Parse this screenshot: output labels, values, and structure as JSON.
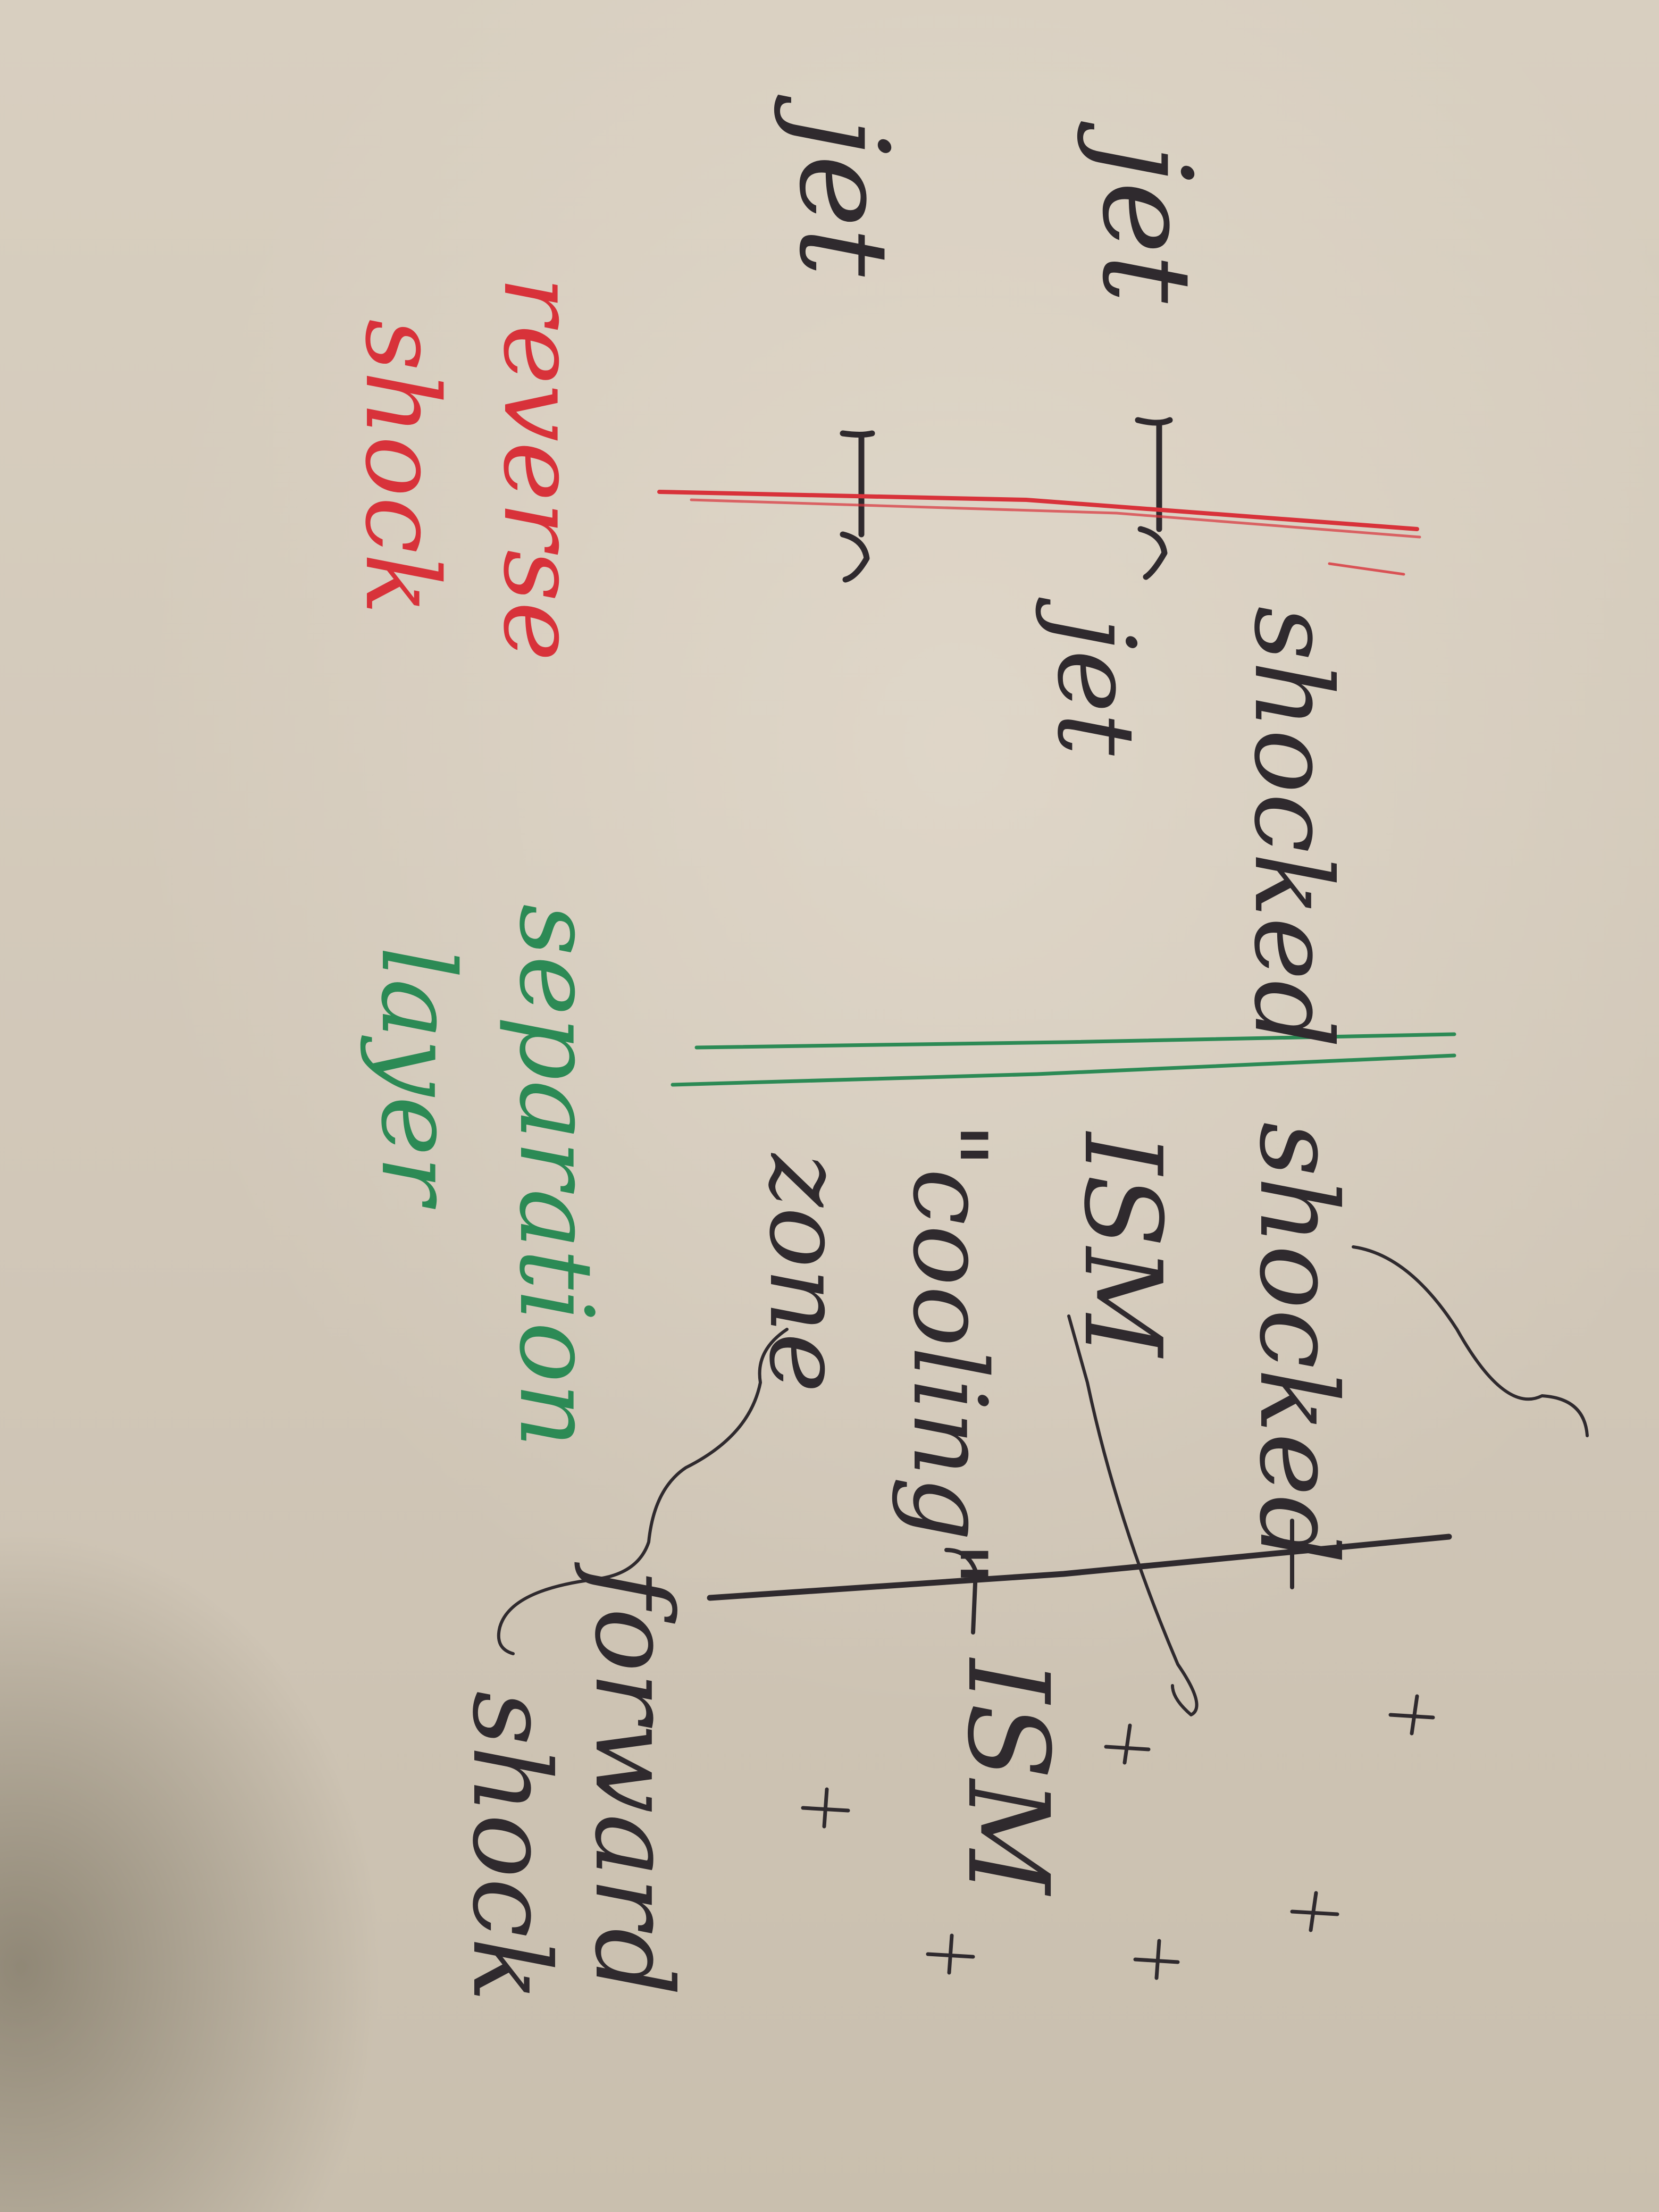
{
  "colors": {
    "paper": "#d2c8b9",
    "ink": "#2f2a2e",
    "red_ink": "#d8323a",
    "green_ink": "#2c8a55"
  },
  "notes": {
    "jet_top": "jet",
    "jet_bottom": "jet",
    "shocked_jet_1": "shocked",
    "shocked_jet_2": "jet",
    "reverse_shock_1": "reverse",
    "reverse_shock_2": "shock",
    "separation_layer_1": "separation",
    "separation_layer_2": "layer",
    "shocked_ism_1": "shocked",
    "shocked_ism_2": "ISM",
    "cooling_zone_1": "\"cooling\"",
    "cooling_zone_2": "zone",
    "ism": "ISM",
    "forward_shock_1": "forward",
    "forward_shock_2": "shock"
  }
}
